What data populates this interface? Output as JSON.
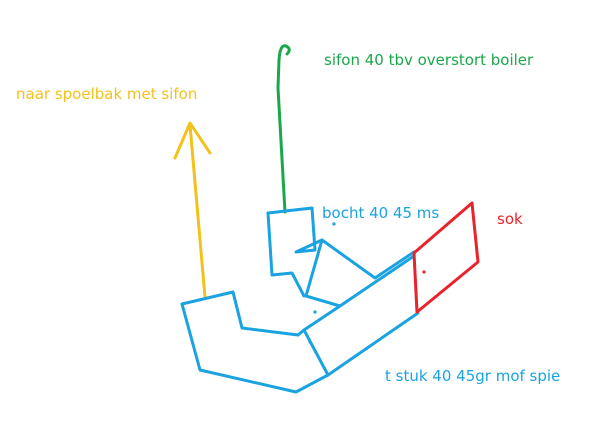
{
  "labels": {
    "yellow": "naar spoelbak met sifon",
    "green": "sifon 40 tbv overstort boiler",
    "blue_top": "bocht 40 45 ms",
    "red": "sok",
    "blue_bottom": "t stuk 40 45gr mof spie"
  },
  "colors": {
    "background": "#ffffff",
    "yellow": "#f2c21b",
    "green": "#1aa84a",
    "blue": "#1aa3e0",
    "red": "#e8232b"
  }
}
